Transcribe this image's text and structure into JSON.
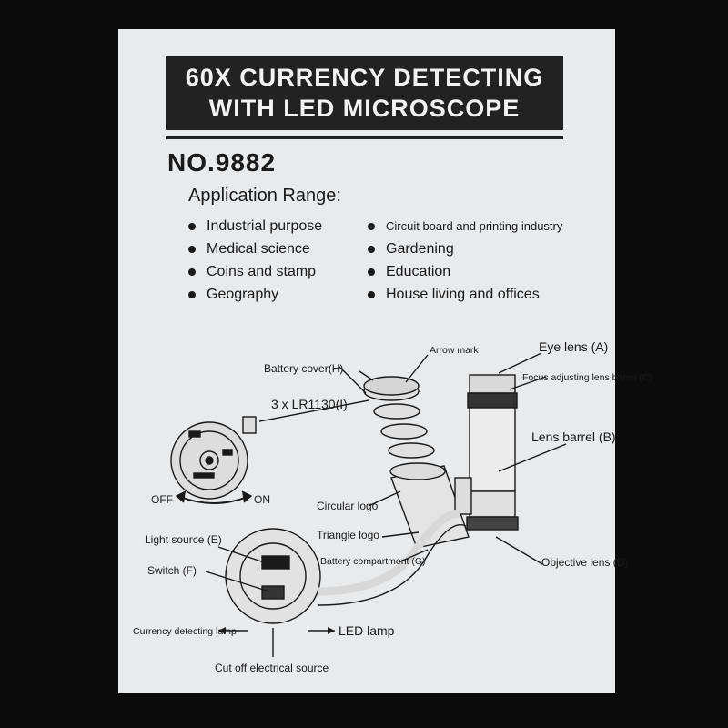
{
  "title": {
    "line1": "60X CURRENCY DETECTING",
    "line2": "WITH LED MICROSCOPE"
  },
  "model_number": "NO.9882",
  "application_range": {
    "heading": "Application Range:",
    "left_items": [
      "Industrial purpose",
      "Medical science",
      "Coins and stamp",
      "Geography"
    ],
    "right_items": [
      "Circuit board and printing industry",
      "Gardening",
      "Education",
      "House living and offices"
    ]
  },
  "diagram_labels": {
    "arrow_mark": "Arrow mark",
    "eye_lens": "Eye lens (A)",
    "battery_cover": "Battery cover(H)",
    "focus_barrel": "Focus adjusting lens barrel (C)",
    "batteries": "3 x LR1130(I)",
    "lens_barrel": "Lens barrel (B)",
    "off": "OFF",
    "on": "ON",
    "circular_logo": "Circular logo",
    "triangle_logo": "Triangle logo",
    "battery_compartment": "Battery compartment (G)",
    "light_source": "Light source (E)",
    "objective_lens": "Objective lens (D)",
    "switch": "Switch (F)",
    "currency_lamp": "Currency detecting lamp",
    "led_lamp": "LED lamp",
    "cut_off": "Cut off electrical source"
  }
}
